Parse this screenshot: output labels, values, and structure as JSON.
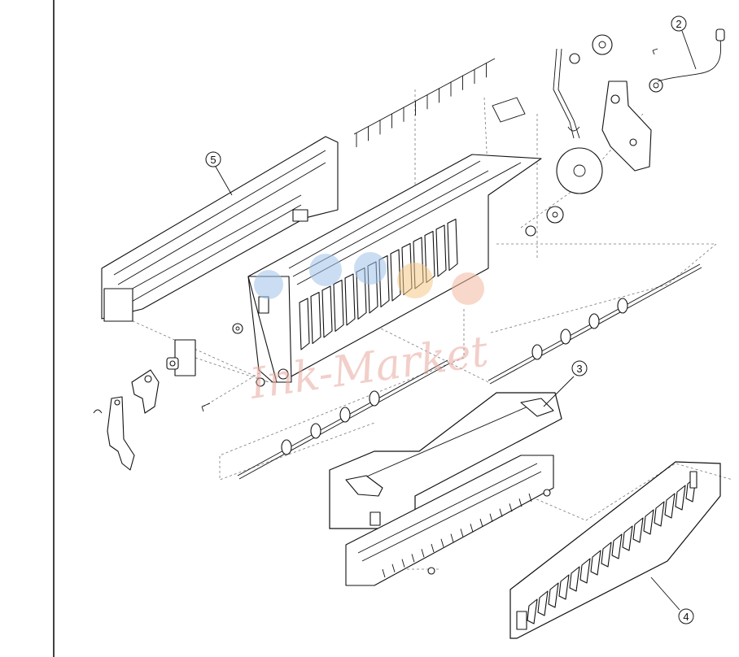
{
  "callouts": [
    {
      "id": "2",
      "label": "2"
    },
    {
      "id": "3",
      "label": "3"
    },
    {
      "id": "4",
      "label": "4"
    },
    {
      "id": "5",
      "label": "5"
    }
  ],
  "watermark": {
    "text": "Ink-Market",
    "text_color": "#e8a9a0",
    "dot_colors": [
      "#9fc3ea",
      "#f6c98a",
      "#f3b9a0"
    ]
  },
  "colors": {
    "line": "#111111",
    "leader": "#777777",
    "border": "#000000"
  }
}
